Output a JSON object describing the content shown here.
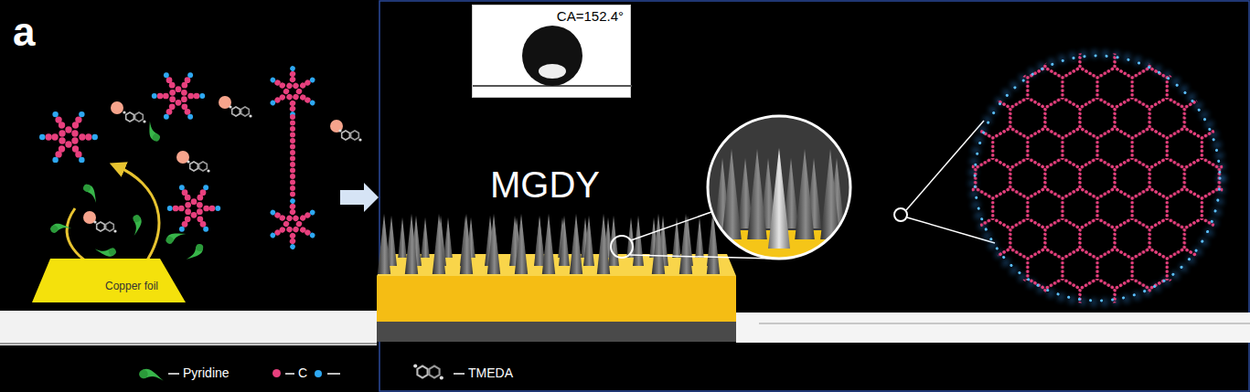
{
  "diagram": {
    "nodes": [
      {
        "text": [
          "CA=152.4°"
        ]
      },
      {
        "text": [
          "Copper foil"
        ]
      }
    ],
    "labels": [
      "a",
      "MGDY"
    ],
    "legend": [
      {
        "text": "Pyridine"
      },
      {
        "text": "C",
        "color": "#e8407e"
      },
      {
        "text": "TMEDA"
      }
    ]
  }
}
